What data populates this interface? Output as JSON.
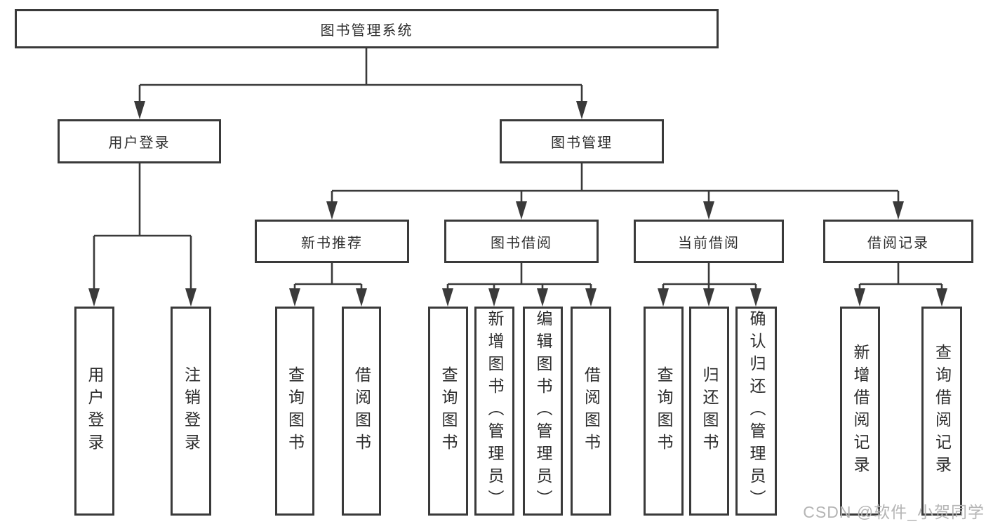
{
  "colors": {
    "line": "#3a3a3a",
    "text": "#2d2d2d",
    "watermark_text": "#b5b5b5",
    "background": "#ffffff"
  },
  "watermark": "CSDN @软件_小贺同学",
  "tree": {
    "root": {
      "label": "图书管理系统"
    },
    "branches": [
      {
        "label": "用户登录",
        "leaves": [
          "用户登录",
          "注销登录"
        ]
      },
      {
        "label": "图书管理",
        "sections": [
          {
            "label": "新书推荐",
            "leaves": [
              "查询图书",
              "借阅图书"
            ]
          },
          {
            "label": "图书借阅",
            "leaves": [
              "查询图书",
              "新增图书（管理员）",
              "编辑图书（管理员）",
              "借阅图书"
            ]
          },
          {
            "label": "当前借阅",
            "leaves": [
              "查询图书",
              "归还图书",
              "确认归还（管理员）"
            ]
          },
          {
            "label": "借阅记录",
            "leaves": [
              "新增借阅记录",
              "查询借阅记录"
            ]
          }
        ]
      }
    ]
  }
}
